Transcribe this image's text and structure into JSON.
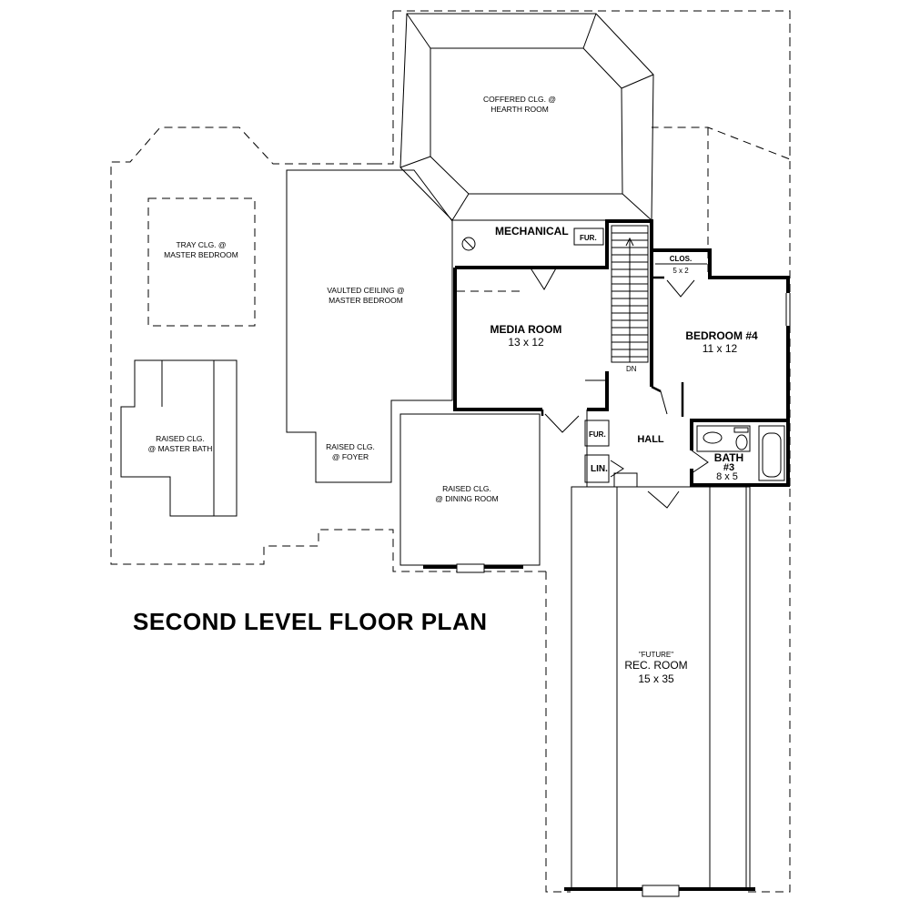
{
  "plan_title": "SECOND LEVEL FLOOR PLAN",
  "rooms": {
    "coffered": [
      "COFFERED CLG. @",
      "HEARTH ROOM"
    ],
    "tray": [
      "TRAY CLG. @",
      "MASTER BEDROOM"
    ],
    "vaulted": [
      "VAULTED CEILING @",
      "MASTER BEDROOM"
    ],
    "master_bath": [
      "RAISED CLG.",
      "@ MASTER BATH"
    ],
    "foyer": [
      "RAISED CLG.",
      "@ FOYER"
    ],
    "dining": [
      "RAISED CLG.",
      "@ DINING ROOM"
    ],
    "mechanical": "MECHANICAL",
    "fur_mech": "FUR.",
    "fur_hall": "FUR.",
    "media": {
      "name": "MEDIA ROOM",
      "size": "13 x 12"
    },
    "bedroom4": {
      "name": "BEDROOM #4",
      "size": "11 x 12"
    },
    "closet": {
      "name": "CLOS.",
      "size": "5 x 2"
    },
    "hall": "HALL",
    "linen": "LIN.",
    "stair_dn": "DN",
    "bath3": {
      "name": "BATH",
      "num": "#3",
      "size": "8 x 5"
    },
    "rec": {
      "note": "\"FUTURE\"",
      "name": "REC. ROOM",
      "size": "15 x 35"
    }
  }
}
